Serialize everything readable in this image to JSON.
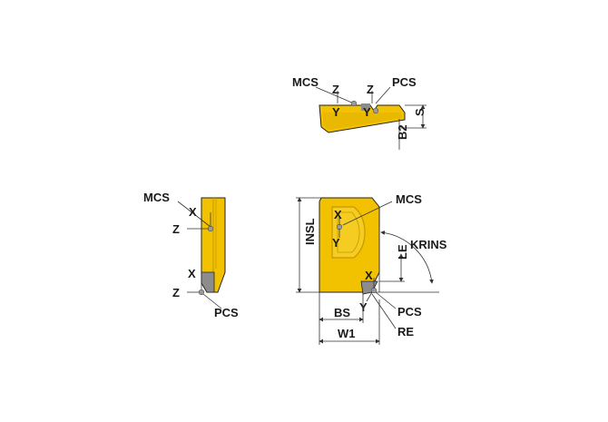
{
  "colors": {
    "insert": "#f2c200",
    "insert_dark": "#d19e00",
    "tip": "#8c8c8c",
    "dot": "#9a9a9a",
    "line": "#333333"
  },
  "top_view": {
    "mcs": "MCS",
    "pcs": "PCS",
    "z_left": "Z",
    "y_left": "Y",
    "z_right": "Z",
    "y_right": "Y",
    "s": "S",
    "b2": "B2"
  },
  "side_view": {
    "mcs": "MCS",
    "x_top": "X",
    "z_top": "Z",
    "x_bottom": "X",
    "z_bottom": "Z",
    "pcs": "PCS"
  },
  "front_view": {
    "mcs": "MCS",
    "x_top": "X",
    "y_top": "Y",
    "insl": "INSL",
    "krins": "KRINS",
    "le": "LE",
    "x_bottom": "X",
    "y_bottom": "Y",
    "bs": "BS",
    "pcs": "PCS",
    "w1": "W1",
    "re": "RE"
  }
}
